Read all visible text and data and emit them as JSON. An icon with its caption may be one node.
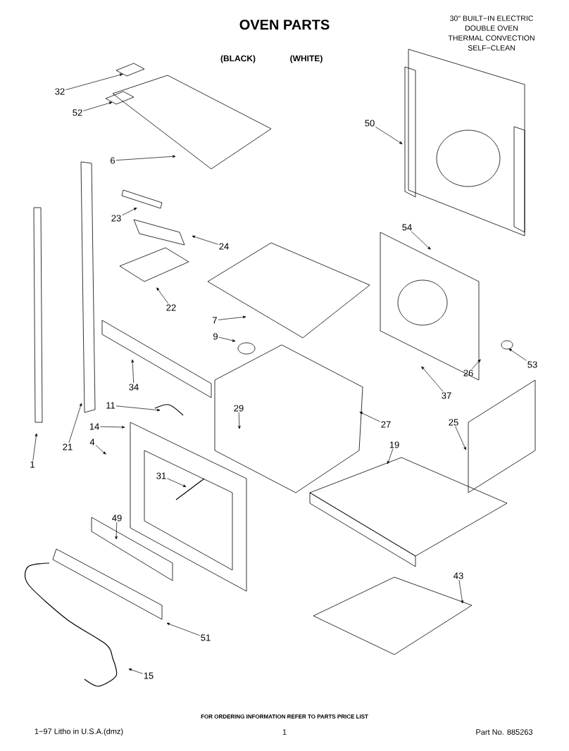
{
  "diagram": {
    "title": "OVEN PARTS",
    "nodes": [
      {
        "text": [
          "32"
        ]
      },
      {
        "text": [
          "52"
        ]
      },
      {
        "text": [
          "6"
        ]
      },
      {
        "text": [
          "50"
        ]
      },
      {
        "text": [
          "23"
        ]
      },
      {
        "text": [
          "24"
        ]
      },
      {
        "text": [
          "54"
        ]
      },
      {
        "text": [
          "22"
        ]
      },
      {
        "text": [
          "7"
        ]
      },
      {
        "text": [
          "9"
        ]
      },
      {
        "text": [
          "34"
        ]
      },
      {
        "text": [
          "53"
        ]
      },
      {
        "text": [
          "26"
        ]
      },
      {
        "text": [
          "11"
        ]
      },
      {
        "text": [
          "37"
        ]
      },
      {
        "text": [
          "29"
        ]
      },
      {
        "text": [
          "14"
        ]
      },
      {
        "text": [
          "27"
        ]
      },
      {
        "text": [
          "21"
        ]
      },
      {
        "text": [
          "4"
        ]
      },
      {
        "text": [
          "25"
        ]
      },
      {
        "text": [
          "19"
        ]
      },
      {
        "text": [
          "1"
        ]
      },
      {
        "text": [
          "31"
        ]
      },
      {
        "text": [
          "49"
        ]
      },
      {
        "text": [
          "43"
        ]
      },
      {
        "text": [
          "51"
        ]
      },
      {
        "text": [
          "15"
        ]
      }
    ],
    "edges": [
      {
        "from": 0,
        "to": null,
        "arrow": "to"
      },
      {
        "from": 1,
        "to": null,
        "arrow": "to"
      },
      {
        "from": 2,
        "to": null,
        "arrow": "to"
      },
      {
        "from": 3,
        "to": null,
        "arrow": "to"
      },
      {
        "from": 4,
        "to": null,
        "arrow": "to"
      },
      {
        "from": 5,
        "to": null,
        "arrow": "to"
      },
      {
        "from": 6,
        "to": null,
        "arrow": "to"
      },
      {
        "from": 7,
        "to": null,
        "arrow": "to"
      },
      {
        "from": 8,
        "to": null,
        "arrow": "to"
      },
      {
        "from": 9,
        "to": null,
        "arrow": "to"
      },
      {
        "from": 10,
        "to": null,
        "arrow": "to"
      },
      {
        "from": 11,
        "to": null,
        "arrow": "to"
      },
      {
        "from": 12,
        "to": null,
        "arrow": "to"
      },
      {
        "from": 13,
        "to": null,
        "arrow": "to"
      },
      {
        "from": 14,
        "to": null,
        "arrow": "to"
      },
      {
        "from": 15,
        "to": null,
        "arrow": "to"
      },
      {
        "from": 16,
        "to": null,
        "arrow": "to"
      },
      {
        "from": 17,
        "to": null,
        "arrow": "to"
      },
      {
        "from": 18,
        "to": null,
        "arrow": "to"
      },
      {
        "from": 19,
        "to": null,
        "arrow": "to"
      },
      {
        "from": 20,
        "to": null,
        "arrow": "to"
      },
      {
        "from": 21,
        "to": null,
        "arrow": "to"
      },
      {
        "from": 22,
        "to": null,
        "arrow": "to"
      },
      {
        "from": 23,
        "to": null,
        "arrow": "to"
      },
      {
        "from": 24,
        "to": null,
        "arrow": "to"
      },
      {
        "from": 25,
        "to": null,
        "arrow": "to"
      },
      {
        "from": 26,
        "to": null,
        "arrow": "to"
      },
      {
        "from": 27,
        "to": null,
        "arrow": "to"
      }
    ],
    "labels": [
      "(BLACK)",
      "(WHITE)",
      "30\" BUILT−IN ELECTRIC",
      "DOUBLE OVEN",
      "THERMAL CONVECTION",
      "SELF−CLEAN",
      "FOR ORDERING INFORMATION REFER TO PARTS PRICE LIST",
      "1−97 Litho in U.S.A.(dmz)",
      "1",
      "Part No. 885263"
    ]
  }
}
